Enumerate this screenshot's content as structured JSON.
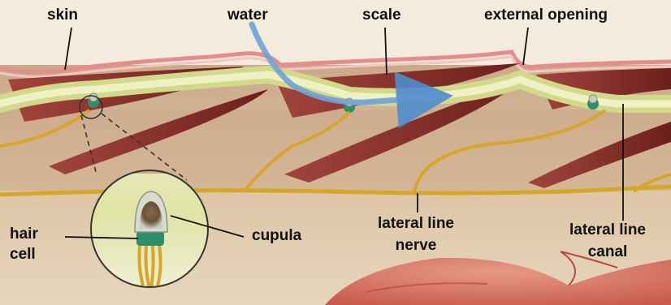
{
  "labels": {
    "skin": "skin",
    "water": "water",
    "scale": "scale",
    "external_opening": "external opening",
    "hair_cell_line1": "hair",
    "hair_cell_line2": "cell",
    "cupula": "cupula",
    "lateral_line_nerve_line1": "lateral line",
    "lateral_line_nerve_line2": "nerve",
    "lateral_line_canal_line1": "lateral line",
    "lateral_line_canal_line2": "canal"
  },
  "colors": {
    "background_top": "#efe4d2",
    "tissue": "#d9bf9c",
    "skin_edge": "#e08585",
    "scale": "#8b2a26",
    "canal": "#dfe6a0",
    "nerve": "#d6a62a",
    "water_arrow": "#6fa3d8",
    "hair_cell": "#2f8f6a",
    "cupula": "#c9cfc0",
    "leader_line": "#111111"
  }
}
